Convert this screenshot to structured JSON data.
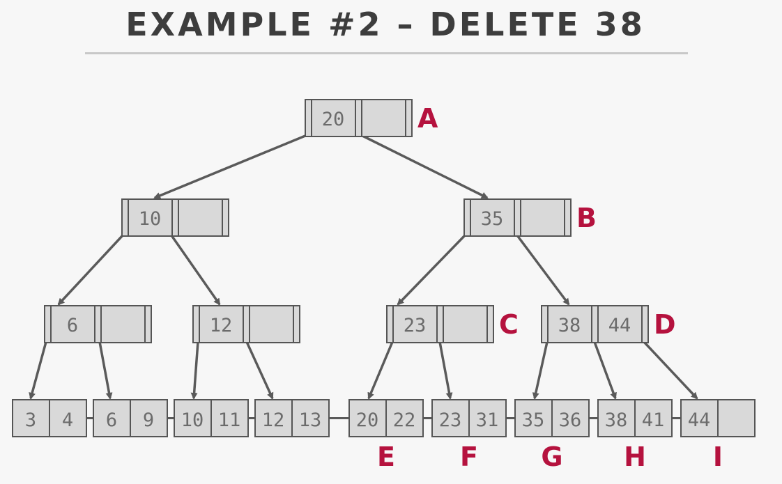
{
  "title": "EXAMPLE #2 – DELETE 38",
  "colors": {
    "node_fill": "#d9d9d9",
    "node_stroke": "#555555",
    "edge": "#5a5a5a",
    "key_text": "#6b6b6b",
    "label": "#b5123e",
    "title": "#3d3d3d"
  },
  "inner_nodes": [
    {
      "id": "A",
      "keys": [
        "20",
        ""
      ],
      "label": "A"
    },
    {
      "id": "B",
      "keys": [
        "35",
        ""
      ],
      "label": "B"
    },
    {
      "id": "n10",
      "keys": [
        "10",
        ""
      ],
      "label": ""
    },
    {
      "id": "n6",
      "keys": [
        "6",
        ""
      ],
      "label": ""
    },
    {
      "id": "n12",
      "keys": [
        "12",
        ""
      ],
      "label": ""
    },
    {
      "id": "C",
      "keys": [
        "23",
        ""
      ],
      "label": "C"
    },
    {
      "id": "D",
      "keys": [
        "38",
        "44"
      ],
      "label": "D"
    }
  ],
  "leaves": [
    {
      "keys": [
        "3",
        "4"
      ],
      "label": ""
    },
    {
      "keys": [
        "6",
        "9"
      ],
      "label": ""
    },
    {
      "keys": [
        "10",
        "11"
      ],
      "label": ""
    },
    {
      "keys": [
        "12",
        "13"
      ],
      "label": ""
    },
    {
      "keys": [
        "20",
        "22"
      ],
      "label": "E"
    },
    {
      "keys": [
        "23",
        "31"
      ],
      "label": "F"
    },
    {
      "keys": [
        "35",
        "36"
      ],
      "label": "G"
    },
    {
      "keys": [
        "38",
        "41"
      ],
      "label": "H"
    },
    {
      "keys": [
        "44",
        ""
      ],
      "label": "I"
    }
  ]
}
